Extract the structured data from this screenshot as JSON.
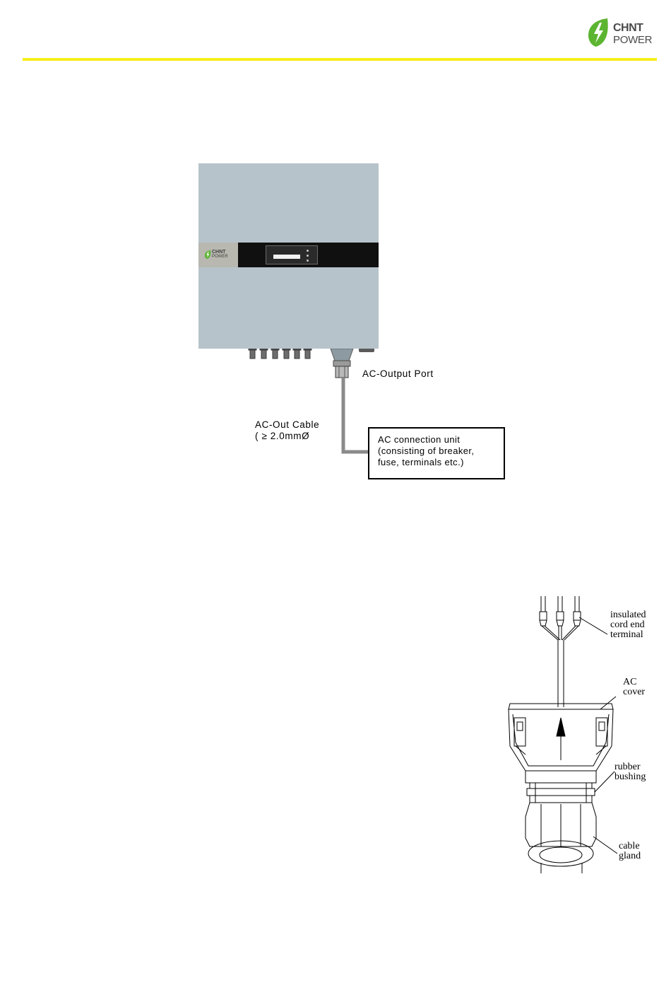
{
  "header": {
    "brand_word1": "CHNT",
    "brand_word2": "POWER",
    "accent_color": "#f5ee1c",
    "brand_color": "#5cb531"
  },
  "figure1": {
    "inverter": {
      "brand_word1": "CHNT",
      "brand_word2": "POWER"
    },
    "port_label": "AC-Output Port",
    "cable_label_line1": "AC-Out Cable",
    "cable_label_line2": "( ≥ 2.0mmØ",
    "unit_box": {
      "line1": "AC connection unit",
      "line2": "(consisting of breaker,",
      "line3": "fuse, terminals etc.)"
    }
  },
  "figure2": {
    "terminal_label": [
      "insulated",
      "cord end",
      "terminal"
    ],
    "cover_label": [
      "AC",
      "cover"
    ],
    "bushing_label": [
      "rubber",
      "bushing"
    ],
    "gland_label": [
      "cable",
      "gland"
    ]
  }
}
